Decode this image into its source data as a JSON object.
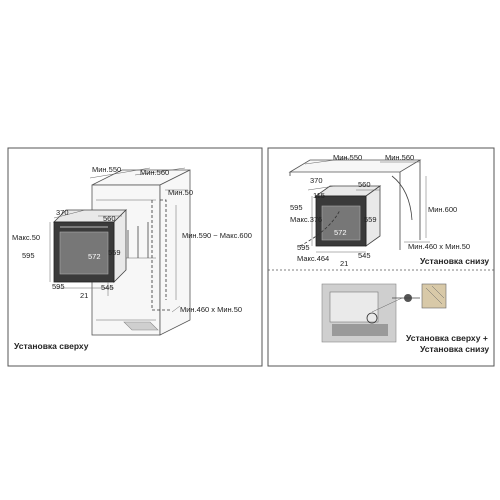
{
  "left_panel": {
    "caption": "Установка сверху",
    "labels": {
      "min550": "Мин.550",
      "min560": "Мин.560",
      "min50": "Мин.50",
      "max50": "Макс.50",
      "d370": "370",
      "d560": "560",
      "d572": "572",
      "d559": "559",
      "d595_left": "595",
      "d595_bottom": "595",
      "d21": "21",
      "d545": "545",
      "height_range": "Мин.590 ~ Макс.600",
      "vent": "Мин.460 x Мин.50"
    }
  },
  "right_panel": {
    "caption_bottom": "Установка снизу",
    "caption_combined_1": "Установка сверху +",
    "caption_combined_2": "Установка снизу",
    "labels": {
      "min550": "Мин.550",
      "min560": "Мин.560",
      "d370": "370",
      "d560": "560",
      "d115": "115",
      "d595_left": "595",
      "max376": "Макс.376",
      "d572": "572",
      "d559": "559",
      "d595_bottom": "595",
      "max464": "Макс.464",
      "d21": "21",
      "d545": "545",
      "min600": "Мин.600",
      "vent": "Мин.460 x Мин.50"
    }
  }
}
